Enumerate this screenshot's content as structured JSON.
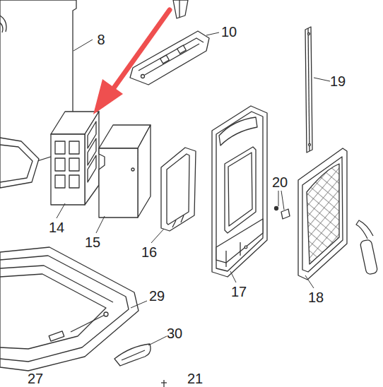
{
  "diagram": {
    "labels": [
      "8",
      "10",
      "19",
      "14",
      "15",
      "16",
      "20",
      "17",
      "18",
      "29",
      "30",
      "27",
      "21"
    ]
  }
}
